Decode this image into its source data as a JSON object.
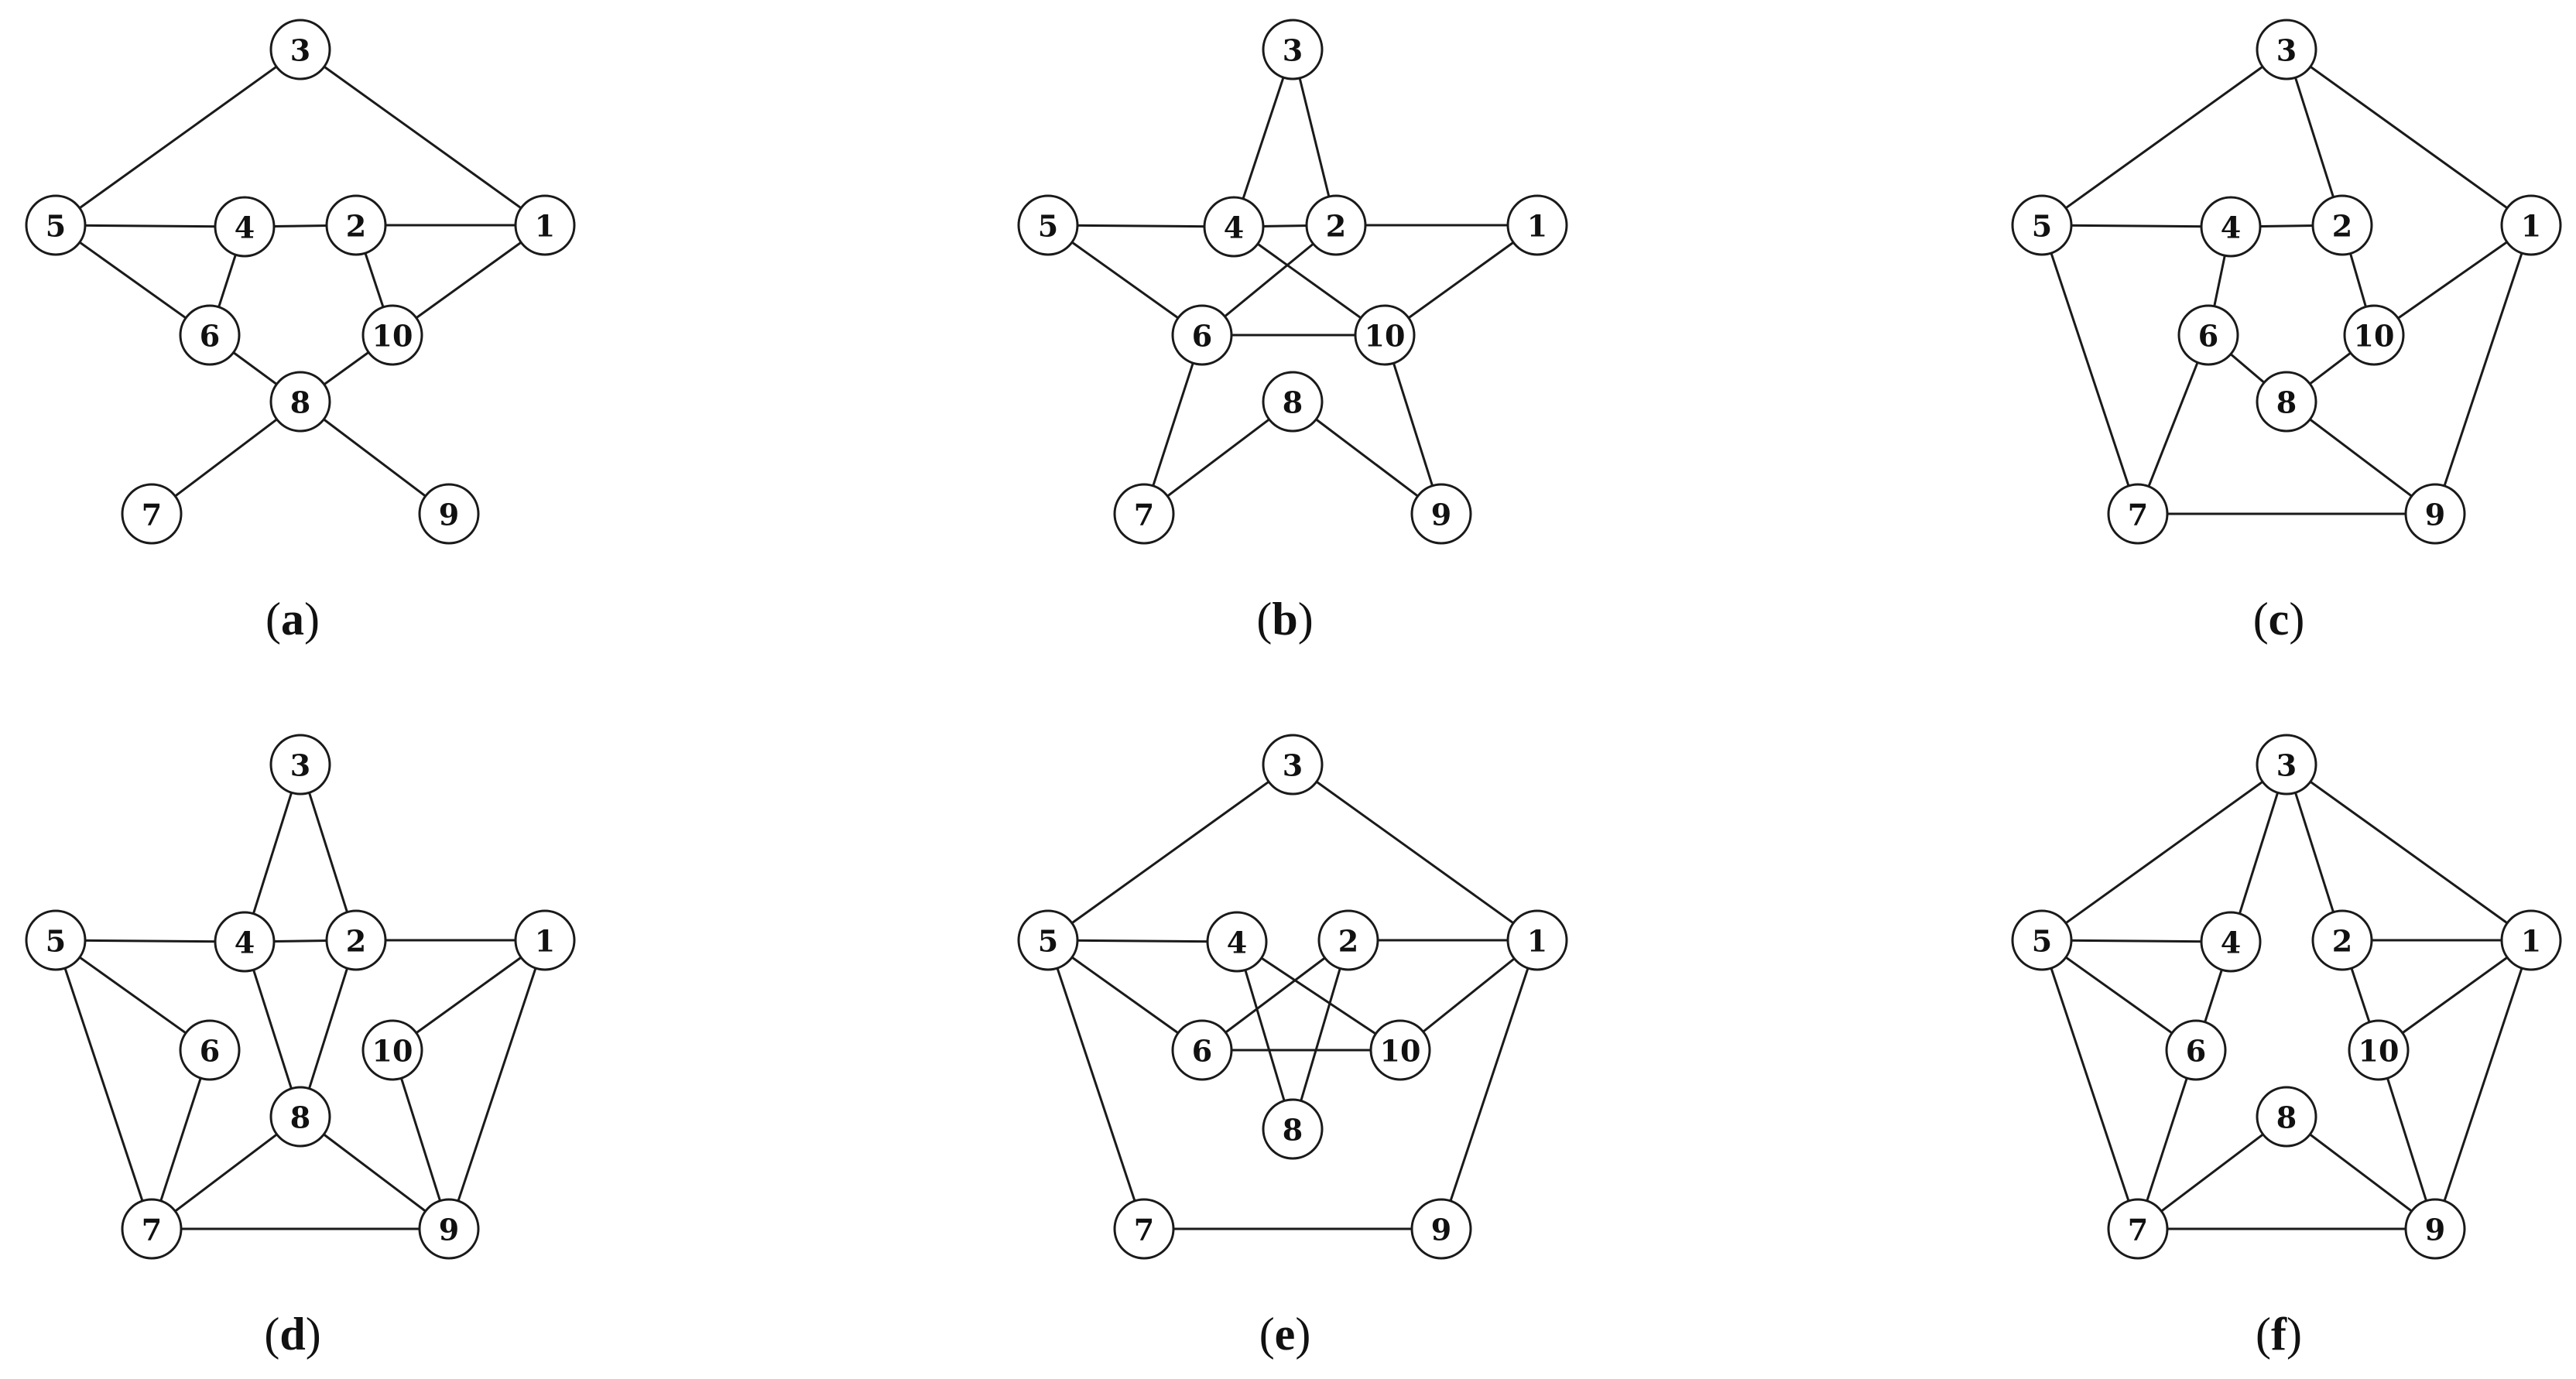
{
  "panels": [
    {
      "id": "a",
      "caption_open": "(",
      "caption_letter": "a",
      "caption_close": ")",
      "edges": [
        [
          3,
          5
        ],
        [
          3,
          1
        ],
        [
          5,
          4
        ],
        [
          4,
          2
        ],
        [
          2,
          1
        ],
        [
          5,
          6
        ],
        [
          4,
          6
        ],
        [
          2,
          10
        ],
        [
          1,
          10
        ],
        [
          6,
          8
        ],
        [
          10,
          8
        ],
        [
          8,
          7
        ],
        [
          8,
          9
        ]
      ]
    },
    {
      "id": "b",
      "caption_open": "(",
      "caption_letter": "b",
      "caption_close": ")",
      "edges": [
        [
          3,
          4
        ],
        [
          3,
          2
        ],
        [
          5,
          4
        ],
        [
          4,
          2
        ],
        [
          2,
          1
        ],
        [
          5,
          6
        ],
        [
          4,
          10
        ],
        [
          2,
          6
        ],
        [
          1,
          10
        ],
        [
          6,
          10
        ],
        [
          6,
          7
        ],
        [
          10,
          9
        ],
        [
          8,
          7
        ],
        [
          8,
          9
        ]
      ]
    },
    {
      "id": "c",
      "caption_open": "(",
      "caption_letter": "c",
      "caption_close": ")",
      "edges": [
        [
          3,
          5
        ],
        [
          3,
          1
        ],
        [
          3,
          2
        ],
        [
          5,
          4
        ],
        [
          4,
          2
        ],
        [
          2,
          10
        ],
        [
          1,
          10
        ],
        [
          4,
          6
        ],
        [
          6,
          8
        ],
        [
          10,
          8
        ],
        [
          5,
          7
        ],
        [
          6,
          7
        ],
        [
          8,
          9
        ],
        [
          1,
          9
        ],
        [
          7,
          9
        ]
      ]
    },
    {
      "id": "d",
      "caption_open": "(",
      "caption_letter": "d",
      "caption_close": ")",
      "edges": [
        [
          3,
          4
        ],
        [
          3,
          2
        ],
        [
          5,
          4
        ],
        [
          4,
          2
        ],
        [
          2,
          1
        ],
        [
          5,
          6
        ],
        [
          5,
          7
        ],
        [
          6,
          7
        ],
        [
          4,
          8
        ],
        [
          2,
          8
        ],
        [
          1,
          10
        ],
        [
          10,
          9
        ],
        [
          1,
          9
        ],
        [
          8,
          7
        ],
        [
          8,
          9
        ],
        [
          7,
          9
        ]
      ]
    },
    {
      "id": "e",
      "caption_open": "(",
      "caption_letter": "e",
      "caption_close": ")",
      "edges": [
        [
          3,
          5
        ],
        [
          3,
          1
        ],
        [
          5,
          4
        ],
        [
          2,
          1
        ],
        [
          5,
          6
        ],
        [
          4,
          10
        ],
        [
          2,
          6
        ],
        [
          1,
          10
        ],
        [
          6,
          10
        ],
        [
          4,
          8
        ],
        [
          2,
          8
        ],
        [
          5,
          7
        ],
        [
          1,
          9
        ],
        [
          7,
          9
        ]
      ]
    },
    {
      "id": "f",
      "caption_open": "(",
      "caption_letter": "f",
      "caption_close": ")",
      "edges": [
        [
          3,
          5
        ],
        [
          3,
          1
        ],
        [
          3,
          4
        ],
        [
          3,
          2
        ],
        [
          5,
          4
        ],
        [
          2,
          1
        ],
        [
          5,
          6
        ],
        [
          4,
          6
        ],
        [
          2,
          10
        ],
        [
          1,
          10
        ],
        [
          5,
          7
        ],
        [
          6,
          7
        ],
        [
          1,
          9
        ],
        [
          10,
          9
        ],
        [
          8,
          7
        ],
        [
          8,
          9
        ],
        [
          7,
          9
        ]
      ]
    }
  ]
}
